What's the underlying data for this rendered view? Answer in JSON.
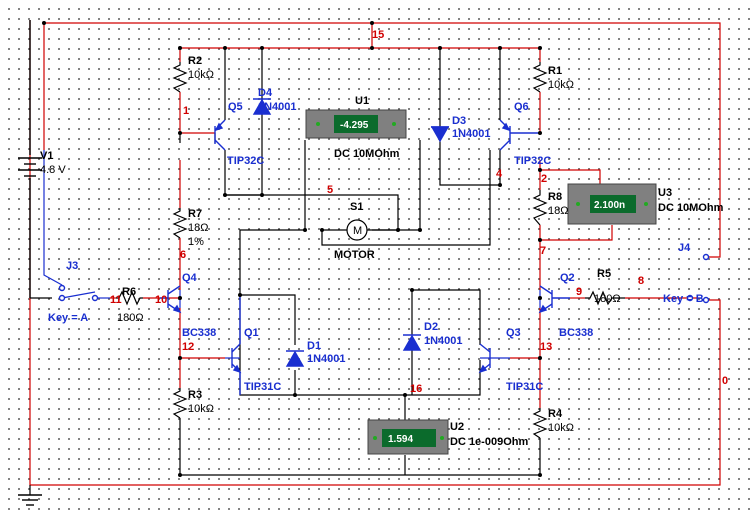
{
  "colors": {
    "wire_red": "#d00000",
    "wire_blue": "#1a2fd0",
    "wire_black": "#000000",
    "meter_body": "#808080",
    "meter_screen": "#0b6b2c"
  },
  "nets": [
    "15",
    "1",
    "5",
    "4",
    "2",
    "6",
    "7",
    "11",
    "10",
    "9",
    "8",
    "12",
    "13",
    "16",
    "0"
  ],
  "components": {
    "V1": {
      "ref": "V1",
      "value": "4.8 V"
    },
    "R1": {
      "ref": "R1",
      "value": "10kΩ"
    },
    "R2": {
      "ref": "R2",
      "value": "10kΩ"
    },
    "R3": {
      "ref": "R3",
      "value": "10kΩ"
    },
    "R4": {
      "ref": "R4",
      "value": "10kΩ"
    },
    "R5": {
      "ref": "R5",
      "value": "180Ω"
    },
    "R6": {
      "ref": "R6",
      "value": "180Ω"
    },
    "R7": {
      "ref": "R7",
      "value": "18Ω",
      "tol": "1%"
    },
    "R8": {
      "ref": "R8",
      "value": "18Ω"
    },
    "D1": {
      "ref": "D1",
      "value": "1N4001"
    },
    "D2": {
      "ref": "D2",
      "value": "1N4001"
    },
    "D3": {
      "ref": "D3",
      "value": "1N4001"
    },
    "D4": {
      "ref": "D4",
      "value": "1N4001"
    },
    "Q1": {
      "ref": "Q1",
      "value": "TIP31C"
    },
    "Q2": {
      "ref": "Q2",
      "value": "BC338"
    },
    "Q3": {
      "ref": "Q3",
      "value": "TIP31C"
    },
    "Q4": {
      "ref": "Q4",
      "value": "BC338"
    },
    "Q5": {
      "ref": "Q5",
      "value": "TIP32C"
    },
    "Q6": {
      "ref": "Q6",
      "value": "TIP32C"
    },
    "S1": {
      "ref": "S1",
      "value": "MOTOR",
      "symbol": "M"
    },
    "J3": {
      "ref": "J3",
      "key": "Key = A"
    },
    "J4": {
      "ref": "J4",
      "key": "Key = B"
    }
  },
  "meters": {
    "U1": {
      "ref": "U1",
      "reading": "-4.295",
      "mode": "DC  10MOhm"
    },
    "U2": {
      "ref": "U2",
      "reading": "1.594",
      "mode": "DC  1e-009Ohm"
    },
    "U3": {
      "ref": "U3",
      "reading": "2.100n",
      "mode": "DC  10MOhm"
    }
  }
}
